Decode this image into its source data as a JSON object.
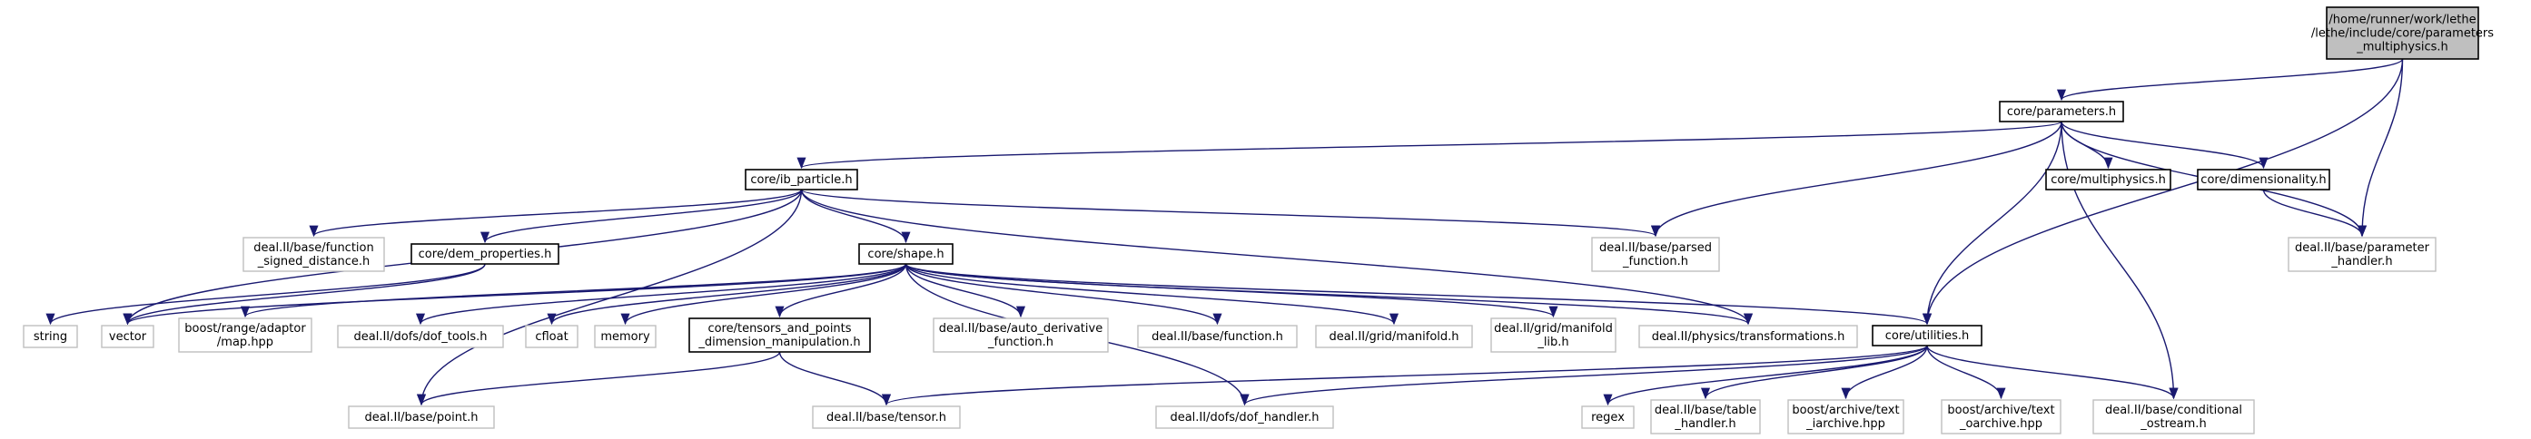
{
  "graph": {
    "nodes": [
      {
        "id": "root",
        "lines": [
          "/home/runner/work/lethe",
          "/lethe/include/core/parameters",
          "_multiphysics.h"
        ],
        "kind": "root"
      },
      {
        "id": "parameters",
        "lines": [
          "core/parameters.h"
        ],
        "kind": "internal"
      },
      {
        "id": "ib_particle",
        "lines": [
          "core/ib_particle.h"
        ],
        "kind": "internal"
      },
      {
        "id": "multiphysics",
        "lines": [
          "core/multiphysics.h"
        ],
        "kind": "internal"
      },
      {
        "id": "dimensionality",
        "lines": [
          "core/dimensionality.h"
        ],
        "kind": "internal"
      },
      {
        "id": "signed_distance",
        "lines": [
          "deal.II/base/function",
          "_signed_distance.h"
        ],
        "kind": "external"
      },
      {
        "id": "dem_properties",
        "lines": [
          "core/dem_properties.h"
        ],
        "kind": "internal"
      },
      {
        "id": "shape",
        "lines": [
          "core/shape.h"
        ],
        "kind": "internal"
      },
      {
        "id": "parsed_function",
        "lines": [
          "deal.II/base/parsed",
          "_function.h"
        ],
        "kind": "external"
      },
      {
        "id": "parameter_handler",
        "lines": [
          "deal.II/base/parameter",
          "_handler.h"
        ],
        "kind": "external"
      },
      {
        "id": "string",
        "lines": [
          "string"
        ],
        "kind": "external"
      },
      {
        "id": "vector",
        "lines": [
          "vector"
        ],
        "kind": "external"
      },
      {
        "id": "boost_map",
        "lines": [
          "boost/range/adaptor",
          "/map.hpp"
        ],
        "kind": "external"
      },
      {
        "id": "dof_tools",
        "lines": [
          "deal.II/dofs/dof_tools.h"
        ],
        "kind": "external"
      },
      {
        "id": "cfloat",
        "lines": [
          "cfloat"
        ],
        "kind": "external"
      },
      {
        "id": "memory",
        "lines": [
          "memory"
        ],
        "kind": "external"
      },
      {
        "id": "tensors",
        "lines": [
          "core/tensors_and_points",
          "_dimension_manipulation.h"
        ],
        "kind": "internal"
      },
      {
        "id": "auto_derivative",
        "lines": [
          "deal.II/base/auto_derivative",
          "_function.h"
        ],
        "kind": "external"
      },
      {
        "id": "base_function",
        "lines": [
          "deal.II/base/function.h"
        ],
        "kind": "external"
      },
      {
        "id": "manifold",
        "lines": [
          "deal.II/grid/manifold.h"
        ],
        "kind": "external"
      },
      {
        "id": "manifold_lib",
        "lines": [
          "deal.II/grid/manifold",
          "_lib.h"
        ],
        "kind": "external"
      },
      {
        "id": "transformations",
        "lines": [
          "deal.II/physics/transformations.h"
        ],
        "kind": "external"
      },
      {
        "id": "utilities",
        "lines": [
          "core/utilities.h"
        ],
        "kind": "internal"
      },
      {
        "id": "point",
        "lines": [
          "deal.II/base/point.h"
        ],
        "kind": "external"
      },
      {
        "id": "tensor",
        "lines": [
          "deal.II/base/tensor.h"
        ],
        "kind": "external"
      },
      {
        "id": "dof_handler",
        "lines": [
          "deal.II/dofs/dof_handler.h"
        ],
        "kind": "external"
      },
      {
        "id": "regex",
        "lines": [
          "regex"
        ],
        "kind": "external"
      },
      {
        "id": "table_handler",
        "lines": [
          "deal.II/base/table",
          "_handler.h"
        ],
        "kind": "external"
      },
      {
        "id": "text_iarchive",
        "lines": [
          "boost/archive/text",
          "_iarchive.hpp"
        ],
        "kind": "external"
      },
      {
        "id": "text_oarchive",
        "lines": [
          "boost/archive/text",
          "_oarchive.hpp"
        ],
        "kind": "external"
      },
      {
        "id": "conditional_ostream",
        "lines": [
          "deal.II/base/conditional",
          "_ostream.h"
        ],
        "kind": "external"
      }
    ],
    "edges": [
      [
        "root",
        "parameters"
      ],
      [
        "root",
        "parameter_handler"
      ],
      [
        "root",
        "utilities"
      ],
      [
        "parameters",
        "ib_particle"
      ],
      [
        "parameters",
        "multiphysics"
      ],
      [
        "parameters",
        "dimensionality"
      ],
      [
        "parameters",
        "parsed_function"
      ],
      [
        "parameters",
        "parameter_handler"
      ],
      [
        "parameters",
        "utilities"
      ],
      [
        "parameters",
        "conditional_ostream"
      ],
      [
        "dimensionality",
        "parameter_handler"
      ],
      [
        "ib_particle",
        "signed_distance"
      ],
      [
        "ib_particle",
        "dem_properties"
      ],
      [
        "ib_particle",
        "shape"
      ],
      [
        "ib_particle",
        "parsed_function"
      ],
      [
        "ib_particle",
        "vector"
      ],
      [
        "ib_particle",
        "point"
      ],
      [
        "ib_particle",
        "transformations"
      ],
      [
        "dem_properties",
        "string"
      ],
      [
        "dem_properties",
        "vector"
      ],
      [
        "shape",
        "vector"
      ],
      [
        "shape",
        "boost_map"
      ],
      [
        "shape",
        "dof_tools"
      ],
      [
        "shape",
        "cfloat"
      ],
      [
        "shape",
        "memory"
      ],
      [
        "shape",
        "tensors"
      ],
      [
        "shape",
        "auto_derivative"
      ],
      [
        "shape",
        "base_function"
      ],
      [
        "shape",
        "manifold"
      ],
      [
        "shape",
        "manifold_lib"
      ],
      [
        "shape",
        "transformations"
      ],
      [
        "shape",
        "utilities"
      ],
      [
        "shape",
        "dof_handler"
      ],
      [
        "tensors",
        "point"
      ],
      [
        "tensors",
        "tensor"
      ],
      [
        "utilities",
        "tensor"
      ],
      [
        "utilities",
        "dof_handler"
      ],
      [
        "utilities",
        "regex"
      ],
      [
        "utilities",
        "table_handler"
      ],
      [
        "utilities",
        "text_iarchive"
      ],
      [
        "utilities",
        "text_oarchive"
      ],
      [
        "utilities",
        "conditional_ostream"
      ]
    ]
  }
}
